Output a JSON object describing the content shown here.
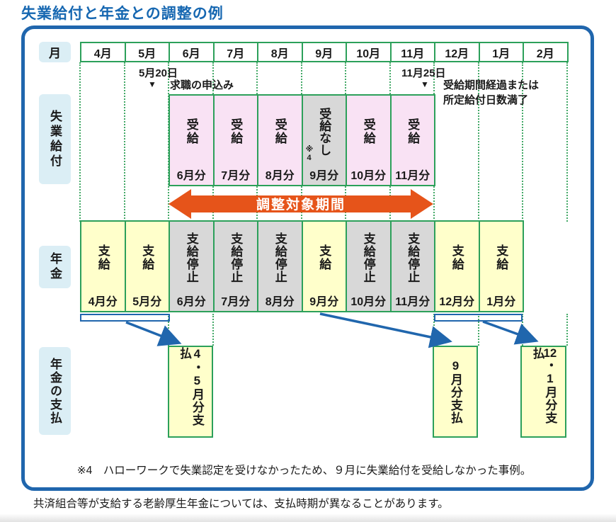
{
  "title": "失業給付と年金との調整の例",
  "header": {
    "label": "月",
    "months": [
      "4月",
      "5月",
      "6月",
      "7月",
      "8月",
      "9月",
      "10月",
      "11月",
      "12月",
      "1月",
      "2月"
    ]
  },
  "annotations": {
    "left_date": "5月20日",
    "left_marker": "▼",
    "left_text": "求職の申込み",
    "right_date": "11月25日",
    "right_marker": "▼",
    "right_text_line1": "受給期間経過または",
    "right_text_line2": "所定給付日数満了"
  },
  "benefit_row": {
    "label": "失業給付",
    "cells": [
      {
        "status": "受給",
        "month": "6月分",
        "type": "receive"
      },
      {
        "status": "受給",
        "month": "7月分",
        "type": "receive"
      },
      {
        "status": "受給",
        "month": "8月分",
        "type": "receive"
      },
      {
        "status": "受給なし",
        "note": "※4",
        "month": "9月分",
        "type": "none"
      },
      {
        "status": "受給",
        "month": "10月分",
        "type": "receive"
      },
      {
        "status": "受給",
        "month": "11月分",
        "type": "receive"
      }
    ]
  },
  "adjustment_arrow": {
    "label": "調整対象期間"
  },
  "pension_row": {
    "label": "年金",
    "cells": [
      {
        "status": "支給",
        "month": "4月分",
        "type": "pay"
      },
      {
        "status": "支給",
        "month": "5月分",
        "type": "pay"
      },
      {
        "status": "支給停止",
        "month": "6月分",
        "type": "stop"
      },
      {
        "status": "支給停止",
        "month": "7月分",
        "type": "stop"
      },
      {
        "status": "支給停止",
        "month": "8月分",
        "type": "stop"
      },
      {
        "status": "支給",
        "month": "9月分",
        "type": "pay"
      },
      {
        "status": "支給停止",
        "month": "10月分",
        "type": "stop"
      },
      {
        "status": "支給停止",
        "month": "11月分",
        "type": "stop"
      },
      {
        "status": "支給",
        "month": "12月分",
        "type": "pay"
      },
      {
        "status": "支給",
        "month": "1月分",
        "type": "pay"
      }
    ]
  },
  "payment_row": {
    "label": "年金の支払",
    "boxes": [
      {
        "text": "4・5月分支払"
      },
      {
        "text": "9月分支払"
      },
      {
        "text_tcy": "12",
        "text_rest": "・1月分支払"
      }
    ]
  },
  "notes": {
    "footnote": "※4　ハローワークで失業認定を受けなかったため、９月に失業給付を受給しなかった事例。",
    "bottom": "共済組合等が支給する老齢厚生年金については、支払時期が異なることがあります。"
  },
  "colors": {
    "green": "#2ca05a",
    "pink": "#f9e2f4",
    "gray": "#d8d8d8",
    "yellow": "#ffffcb",
    "labelblue": "#dbeef5",
    "blue": "#2066ad",
    "orange": "#e6541a",
    "titleblue": "#1667b1"
  }
}
